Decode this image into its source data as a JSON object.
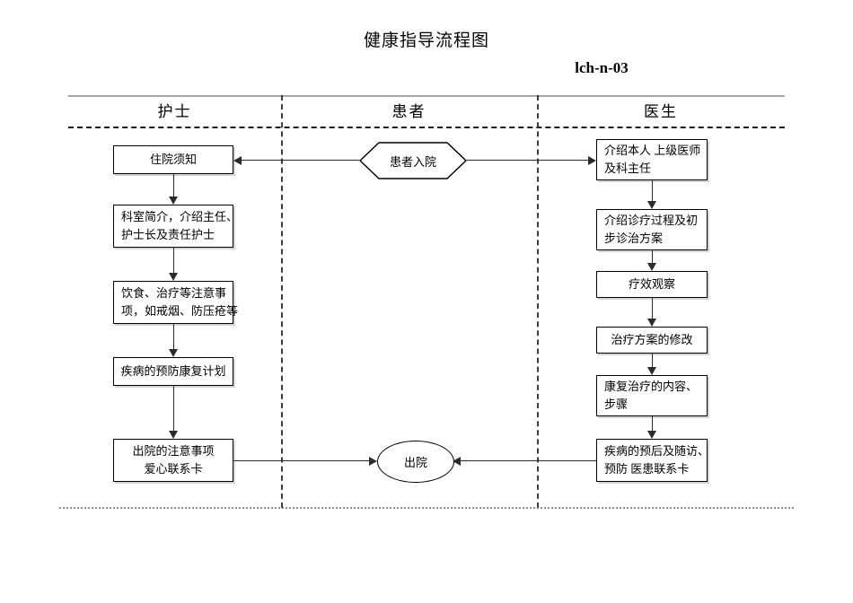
{
  "document": {
    "title": "健康指导流程图",
    "code": "lch-n-03"
  },
  "lanes": [
    {
      "id": "nurse",
      "title": "护士"
    },
    {
      "id": "patient",
      "title": "患者"
    },
    {
      "id": "doctor",
      "title": "医生"
    }
  ],
  "nurse_nodes": [
    {
      "id": "admission-notice",
      "shape": "process",
      "align": "center",
      "lines": [
        "住院须知"
      ]
    },
    {
      "id": "department-intro",
      "shape": "process",
      "align": "left",
      "lines": [
        "科室简介，介绍主任、",
        "护士长及责任护士"
      ]
    },
    {
      "id": "diet-treatment",
      "shape": "process",
      "align": "left",
      "lines": [
        "饮食、治疗等注意事",
        "项，如戒烟、防压疮等"
      ]
    },
    {
      "id": "prevention-plan",
      "shape": "process",
      "align": "center",
      "lines": [
        "疾病的预防康复计划"
      ]
    },
    {
      "id": "discharge-notice",
      "shape": "process",
      "align": "center",
      "lines": [
        "出院的注意事项",
        "爱心联系卡"
      ]
    }
  ],
  "patient_nodes": [
    {
      "id": "patient-admit",
      "shape": "hexagon",
      "label": "患者入院"
    },
    {
      "id": "discharge",
      "shape": "ellipse",
      "label": "出院"
    }
  ],
  "doctor_nodes": [
    {
      "id": "self-intro",
      "shape": "process",
      "align": "left",
      "lines": [
        "介绍本人 上级医师",
        "及科主任"
      ]
    },
    {
      "id": "diagnosis-process",
      "shape": "process",
      "align": "left",
      "lines": [
        "介绍诊疗过程及初",
        "步诊治方案"
      ]
    },
    {
      "id": "efficacy-observe",
      "shape": "process",
      "align": "center",
      "lines": [
        "疗效观察"
      ]
    },
    {
      "id": "plan-revision",
      "shape": "process",
      "align": "center",
      "lines": [
        "治疗方案的修改"
      ]
    },
    {
      "id": "rehab-content",
      "shape": "process",
      "align": "left",
      "lines": [
        "康复治疗的内容、",
        "步骤"
      ]
    },
    {
      "id": "prognosis-followup",
      "shape": "process",
      "align": "left",
      "lines": [
        "疾病的预后及随访、",
        "预防 医患联系卡"
      ]
    }
  ],
  "colors": {
    "line": "#2b2b2b",
    "box_border": "#000000",
    "box_shadow": "#d4d4d4",
    "lane_rule": "#a6a6a6",
    "divider": "#3d3d3d",
    "background": "#ffffff"
  }
}
